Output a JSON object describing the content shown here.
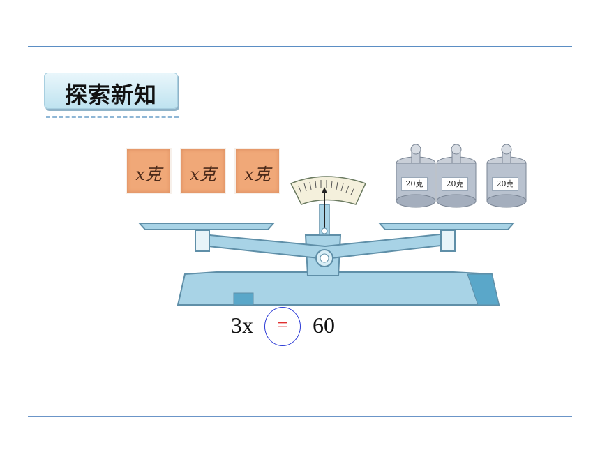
{
  "header": {
    "title": "探索新知"
  },
  "left_pan": {
    "boxes": [
      "x克",
      "x克",
      "x克"
    ]
  },
  "right_pan": {
    "weights": [
      "20克",
      "20克",
      "20克"
    ]
  },
  "equation": {
    "left": "3x",
    "relation": "=",
    "right": "60"
  },
  "colors": {
    "rule": "#5b8ec4",
    "scale": "#a8d3e6",
    "box": "#f0a878",
    "relation_sign": "#e03030",
    "circle": "#2c3bd6"
  }
}
